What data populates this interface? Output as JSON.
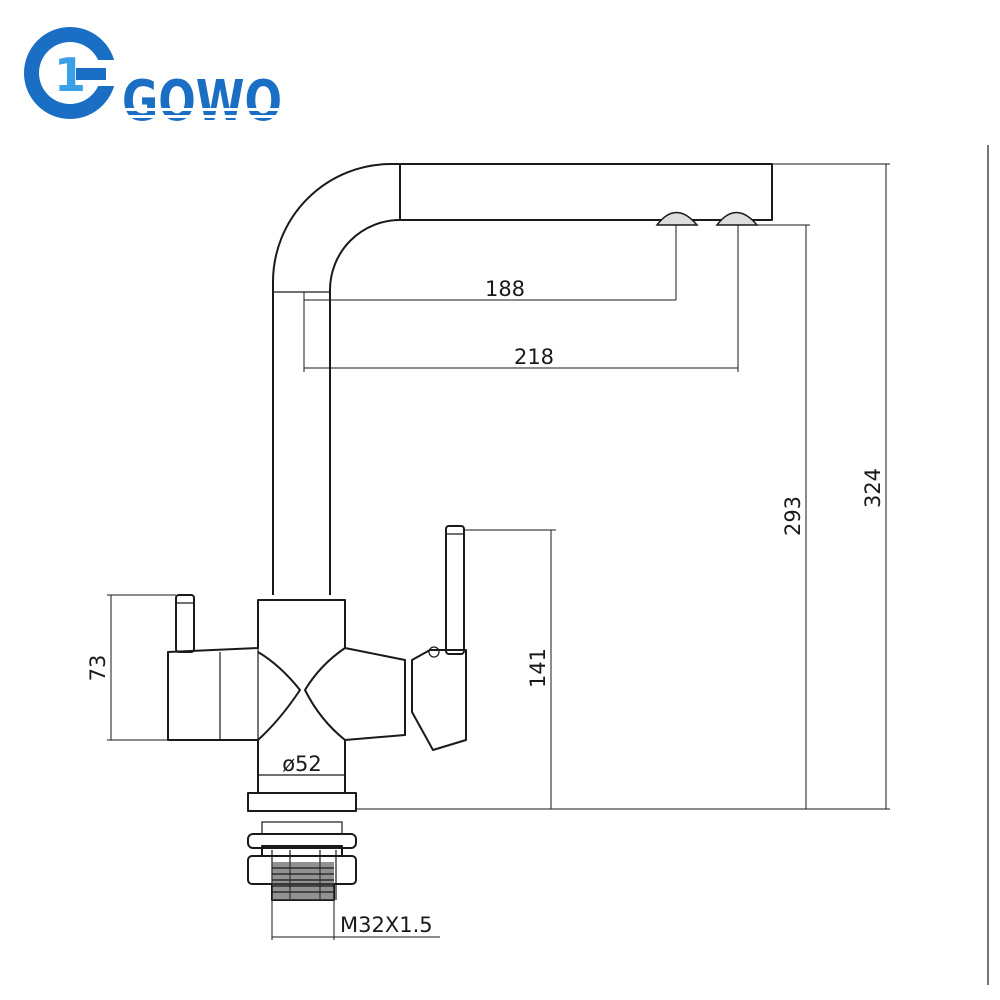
{
  "brand": {
    "name": "GOWO",
    "logo_initial": "1",
    "colors": {
      "primary": "#1a6fc4",
      "secondary": "#3aa0e8"
    }
  },
  "dimensions": {
    "spout_reach_1": "188",
    "spout_reach_2": "218",
    "total_height": "324",
    "outlet_height": "293",
    "handle_height": "141",
    "left_handle_height": "73",
    "body_diameter": "ø52",
    "thread": "M32X1.5"
  }
}
